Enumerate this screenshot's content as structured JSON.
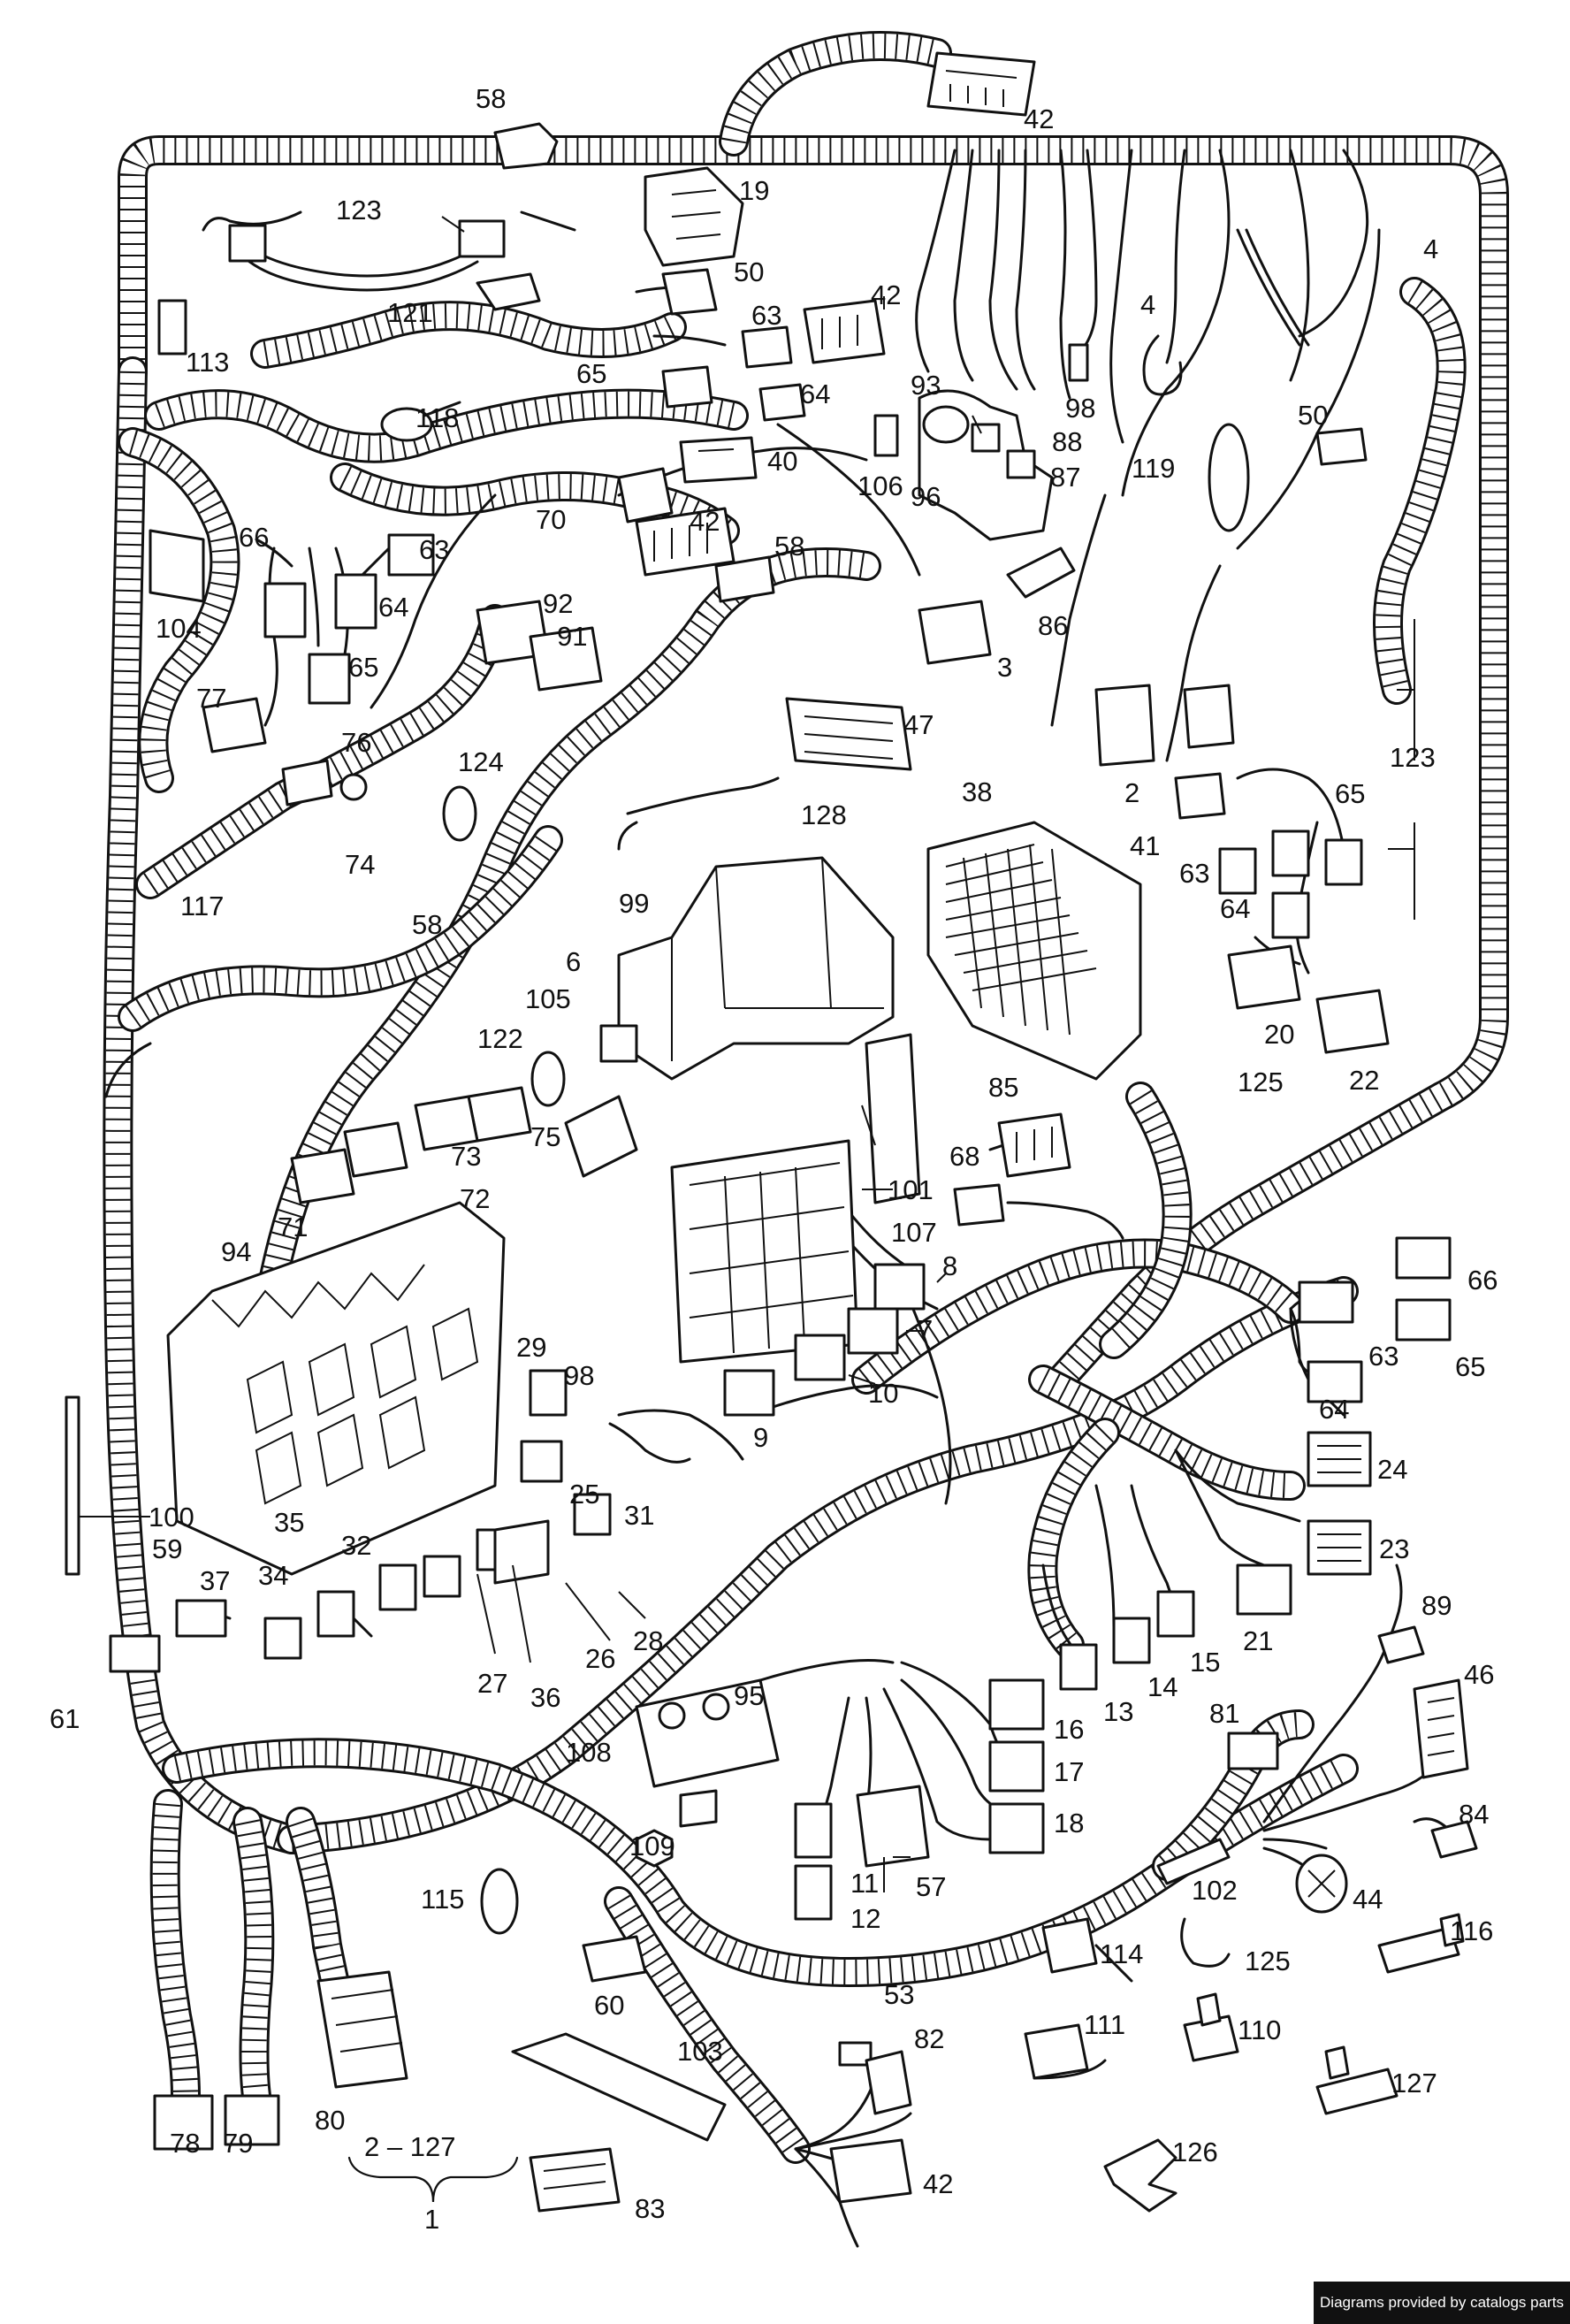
{
  "diagram": {
    "callouts": [
      {
        "id": "c58a",
        "text": "58"
      },
      {
        "id": "c42a",
        "text": "42"
      },
      {
        "id": "c19",
        "text": "19"
      },
      {
        "id": "c123a",
        "text": "123"
      },
      {
        "id": "c50a",
        "text": "50"
      },
      {
        "id": "c121",
        "text": "121"
      },
      {
        "id": "c63a",
        "text": "63"
      },
      {
        "id": "c42b",
        "text": "42"
      },
      {
        "id": "c113",
        "text": "113"
      },
      {
        "id": "c65a",
        "text": "65"
      },
      {
        "id": "c64a",
        "text": "64"
      },
      {
        "id": "c118",
        "text": "118"
      },
      {
        "id": "c40",
        "text": "40"
      },
      {
        "id": "c93",
        "text": "93"
      },
      {
        "id": "c98a",
        "text": "98"
      },
      {
        "id": "c4a",
        "text": "4"
      },
      {
        "id": "c4b",
        "text": "4"
      },
      {
        "id": "c88",
        "text": "88"
      },
      {
        "id": "c106",
        "text": "106"
      },
      {
        "id": "c87",
        "text": "87"
      },
      {
        "id": "c119",
        "text": "119"
      },
      {
        "id": "c50b",
        "text": "50"
      },
      {
        "id": "c70",
        "text": "70"
      },
      {
        "id": "c96",
        "text": "96"
      },
      {
        "id": "c42c",
        "text": "42"
      },
      {
        "id": "c58b",
        "text": "58"
      },
      {
        "id": "c66a",
        "text": "66"
      },
      {
        "id": "c63b",
        "text": "63"
      },
      {
        "id": "c64b",
        "text": "64"
      },
      {
        "id": "c86",
        "text": "86"
      },
      {
        "id": "c104",
        "text": "104"
      },
      {
        "id": "c92",
        "text": "92"
      },
      {
        "id": "c91",
        "text": "91"
      },
      {
        "id": "c3",
        "text": "3"
      },
      {
        "id": "c65b",
        "text": "65"
      },
      {
        "id": "c77",
        "text": "77"
      },
      {
        "id": "c47",
        "text": "47"
      },
      {
        "id": "c76",
        "text": "76"
      },
      {
        "id": "c2",
        "text": "2"
      },
      {
        "id": "c123b",
        "text": "123"
      },
      {
        "id": "c124",
        "text": "124"
      },
      {
        "id": "c128",
        "text": "128"
      },
      {
        "id": "c38",
        "text": "38"
      },
      {
        "id": "c65c",
        "text": "65"
      },
      {
        "id": "c41",
        "text": "41"
      },
      {
        "id": "c63c",
        "text": "63"
      },
      {
        "id": "c117",
        "text": "117"
      },
      {
        "id": "c74",
        "text": "74"
      },
      {
        "id": "c64c",
        "text": "64"
      },
      {
        "id": "c99",
        "text": "99"
      },
      {
        "id": "c58c",
        "text": "58"
      },
      {
        "id": "c6",
        "text": "6"
      },
      {
        "id": "c20",
        "text": "20"
      },
      {
        "id": "c22",
        "text": "22"
      },
      {
        "id": "c105",
        "text": "105"
      },
      {
        "id": "c122",
        "text": "122"
      },
      {
        "id": "c125a",
        "text": "125"
      },
      {
        "id": "c85",
        "text": "85"
      },
      {
        "id": "c75",
        "text": "75"
      },
      {
        "id": "c73",
        "text": "73"
      },
      {
        "id": "c68",
        "text": "68"
      },
      {
        "id": "c101",
        "text": "101"
      },
      {
        "id": "c72",
        "text": "72"
      },
      {
        "id": "c71",
        "text": "71"
      },
      {
        "id": "c107",
        "text": "107"
      },
      {
        "id": "c94",
        "text": "94"
      },
      {
        "id": "c8",
        "text": "8"
      },
      {
        "id": "c66b",
        "text": "66"
      },
      {
        "id": "c7",
        "text": "7"
      },
      {
        "id": "c63d",
        "text": "63"
      },
      {
        "id": "c65d",
        "text": "65"
      },
      {
        "id": "c29",
        "text": "29"
      },
      {
        "id": "c98b",
        "text": "98"
      },
      {
        "id": "c10",
        "text": "10"
      },
      {
        "id": "c64d",
        "text": "64"
      },
      {
        "id": "c9",
        "text": "9"
      },
      {
        "id": "c25",
        "text": "25"
      },
      {
        "id": "c24",
        "text": "24"
      },
      {
        "id": "c31",
        "text": "31"
      },
      {
        "id": "c100",
        "text": "100"
      },
      {
        "id": "c23",
        "text": "23"
      },
      {
        "id": "c35",
        "text": "35"
      },
      {
        "id": "c32",
        "text": "32"
      },
      {
        "id": "c59",
        "text": "59"
      },
      {
        "id": "c37",
        "text": "37"
      },
      {
        "id": "c34",
        "text": "34"
      },
      {
        "id": "c21",
        "text": "21"
      },
      {
        "id": "c15",
        "text": "15"
      },
      {
        "id": "c14",
        "text": "14"
      },
      {
        "id": "c13",
        "text": "13"
      },
      {
        "id": "c89",
        "text": "89"
      },
      {
        "id": "c28",
        "text": "28"
      },
      {
        "id": "c26",
        "text": "26"
      },
      {
        "id": "c46",
        "text": "46"
      },
      {
        "id": "c27",
        "text": "27"
      },
      {
        "id": "c36",
        "text": "36"
      },
      {
        "id": "c61",
        "text": "61"
      },
      {
        "id": "c95",
        "text": "95"
      },
      {
        "id": "c16",
        "text": "16"
      },
      {
        "id": "c81",
        "text": "81"
      },
      {
        "id": "c17",
        "text": "17"
      },
      {
        "id": "c108",
        "text": "108"
      },
      {
        "id": "c18",
        "text": "18"
      },
      {
        "id": "c84",
        "text": "84"
      },
      {
        "id": "c109",
        "text": "109"
      },
      {
        "id": "c11",
        "text": "11"
      },
      {
        "id": "c57",
        "text": "57"
      },
      {
        "id": "c102",
        "text": "102"
      },
      {
        "id": "c44",
        "text": "44"
      },
      {
        "id": "c12",
        "text": "12"
      },
      {
        "id": "c115",
        "text": "115"
      },
      {
        "id": "c116",
        "text": "116"
      },
      {
        "id": "c114",
        "text": "114"
      },
      {
        "id": "c125b",
        "text": "125"
      },
      {
        "id": "c60",
        "text": "60"
      },
      {
        "id": "c53",
        "text": "53"
      },
      {
        "id": "c82",
        "text": "82"
      },
      {
        "id": "c111",
        "text": "111"
      },
      {
        "id": "c110",
        "text": "110"
      },
      {
        "id": "c103",
        "text": "103"
      },
      {
        "id": "c127",
        "text": "127"
      },
      {
        "id": "c78",
        "text": "78"
      },
      {
        "id": "c79",
        "text": "79"
      },
      {
        "id": "c80",
        "text": "80"
      },
      {
        "id": "c126",
        "text": "126"
      },
      {
        "id": "c42d",
        "text": "42"
      },
      {
        "id": "crange",
        "text": "2 – 127"
      },
      {
        "id": "c1",
        "text": "1"
      },
      {
        "id": "c83",
        "text": "83"
      }
    ]
  },
  "footer": {
    "attribution": "Diagrams provided by catalogs parts"
  }
}
